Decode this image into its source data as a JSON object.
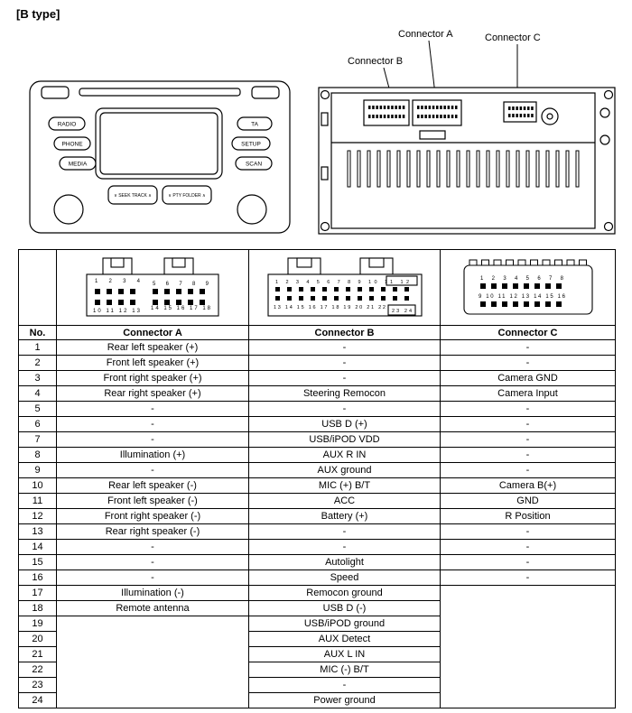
{
  "page": {
    "type_label": "[B type]"
  },
  "front_panel": {
    "buttons_left": [
      "RADIO",
      "PHONE",
      "MEDIA"
    ],
    "buttons_right": [
      "TA",
      "SETUP",
      "SCAN"
    ],
    "seek_track_label": "∨ SEEK TRACK ∧",
    "pty_folder_label": "∨ PTY FOLDER ∧"
  },
  "rear_view": {
    "labels": {
      "connector_a": "Connector A",
      "connector_b": "Connector B",
      "connector_c": "Connector C"
    }
  },
  "pin_diagrams": {
    "connector_a": {
      "numbers_top_left": "1 2 3 4",
      "numbers_top_right": "5 6 7 8 9",
      "numbers_bottom_left": "10 11 12 13",
      "numbers_bottom_right": "14 15 16 17 18"
    },
    "connector_b": {
      "numbers_top": "1 2 3 4 5 6 7 8 9 10 11 12",
      "numbers_bottom_left": "13 14 15 16 17 18 19 20 21 22",
      "numbers_bottom_right": "23 24"
    },
    "connector_c": {
      "numbers_top": "1 2 3 4 5 6 7 8",
      "numbers_bottom": "9 10 11 12 13 14 15 16"
    }
  },
  "table": {
    "headers": [
      "No.",
      "Connector A",
      "Connector B",
      "Connector C"
    ],
    "rows": [
      {
        "no": "1",
        "a": "Rear left speaker (+)",
        "b": "-",
        "c": "-"
      },
      {
        "no": "2",
        "a": "Front left speaker (+)",
        "b": "-",
        "c": "-"
      },
      {
        "no": "3",
        "a": "Front right speaker (+)",
        "b": "-",
        "c": "Camera GND"
      },
      {
        "no": "4",
        "a": "Rear right speaker (+)",
        "b": "Steering Remocon",
        "c": "Camera Input"
      },
      {
        "no": "5",
        "a": "-",
        "b": "-",
        "c": "-"
      },
      {
        "no": "6",
        "a": "-",
        "b": "USB D (+)",
        "c": "-"
      },
      {
        "no": "7",
        "a": "-",
        "b": "USB/iPOD VDD",
        "c": "-"
      },
      {
        "no": "8",
        "a": "Illumination (+)",
        "b": "AUX R IN",
        "c": "-"
      },
      {
        "no": "9",
        "a": "-",
        "b": "AUX ground",
        "c": "-"
      },
      {
        "no": "10",
        "a": "Rear left speaker (-)",
        "b": "MIC (+) B/T",
        "c": "Camera B(+)"
      },
      {
        "no": "11",
        "a": "Front left speaker (-)",
        "b": "ACC",
        "c": "GND"
      },
      {
        "no": "12",
        "a": "Front right speaker (-)",
        "b": "Battery (+)",
        "c": "R Position"
      },
      {
        "no": "13",
        "a": "Rear right speaker (-)",
        "b": "-",
        "c": "-"
      },
      {
        "no": "14",
        "a": "-",
        "b": "-",
        "c": "-"
      },
      {
        "no": "15",
        "a": "-",
        "b": "Autolight",
        "c": "-"
      },
      {
        "no": "16",
        "a": "-",
        "b": "Speed",
        "c": "-"
      },
      {
        "no": "17",
        "a": "Illumination (-)",
        "b": "Remocon ground",
        "c": ""
      },
      {
        "no": "18",
        "a": "Remote antenna",
        "b": "USB D (-)",
        "c": ""
      },
      {
        "no": "19",
        "a": "",
        "b": "USB/iPOD ground",
        "c": ""
      },
      {
        "no": "20",
        "a": "",
        "b": "AUX Detect",
        "c": ""
      },
      {
        "no": "21",
        "a": "",
        "b": "AUX L IN",
        "c": ""
      },
      {
        "no": "22",
        "a": "",
        "b": "MIC (-) B/T",
        "c": ""
      },
      {
        "no": "23",
        "a": "",
        "b": "-",
        "c": ""
      },
      {
        "no": "24",
        "a": "",
        "b": "Power ground",
        "c": ""
      }
    ]
  }
}
